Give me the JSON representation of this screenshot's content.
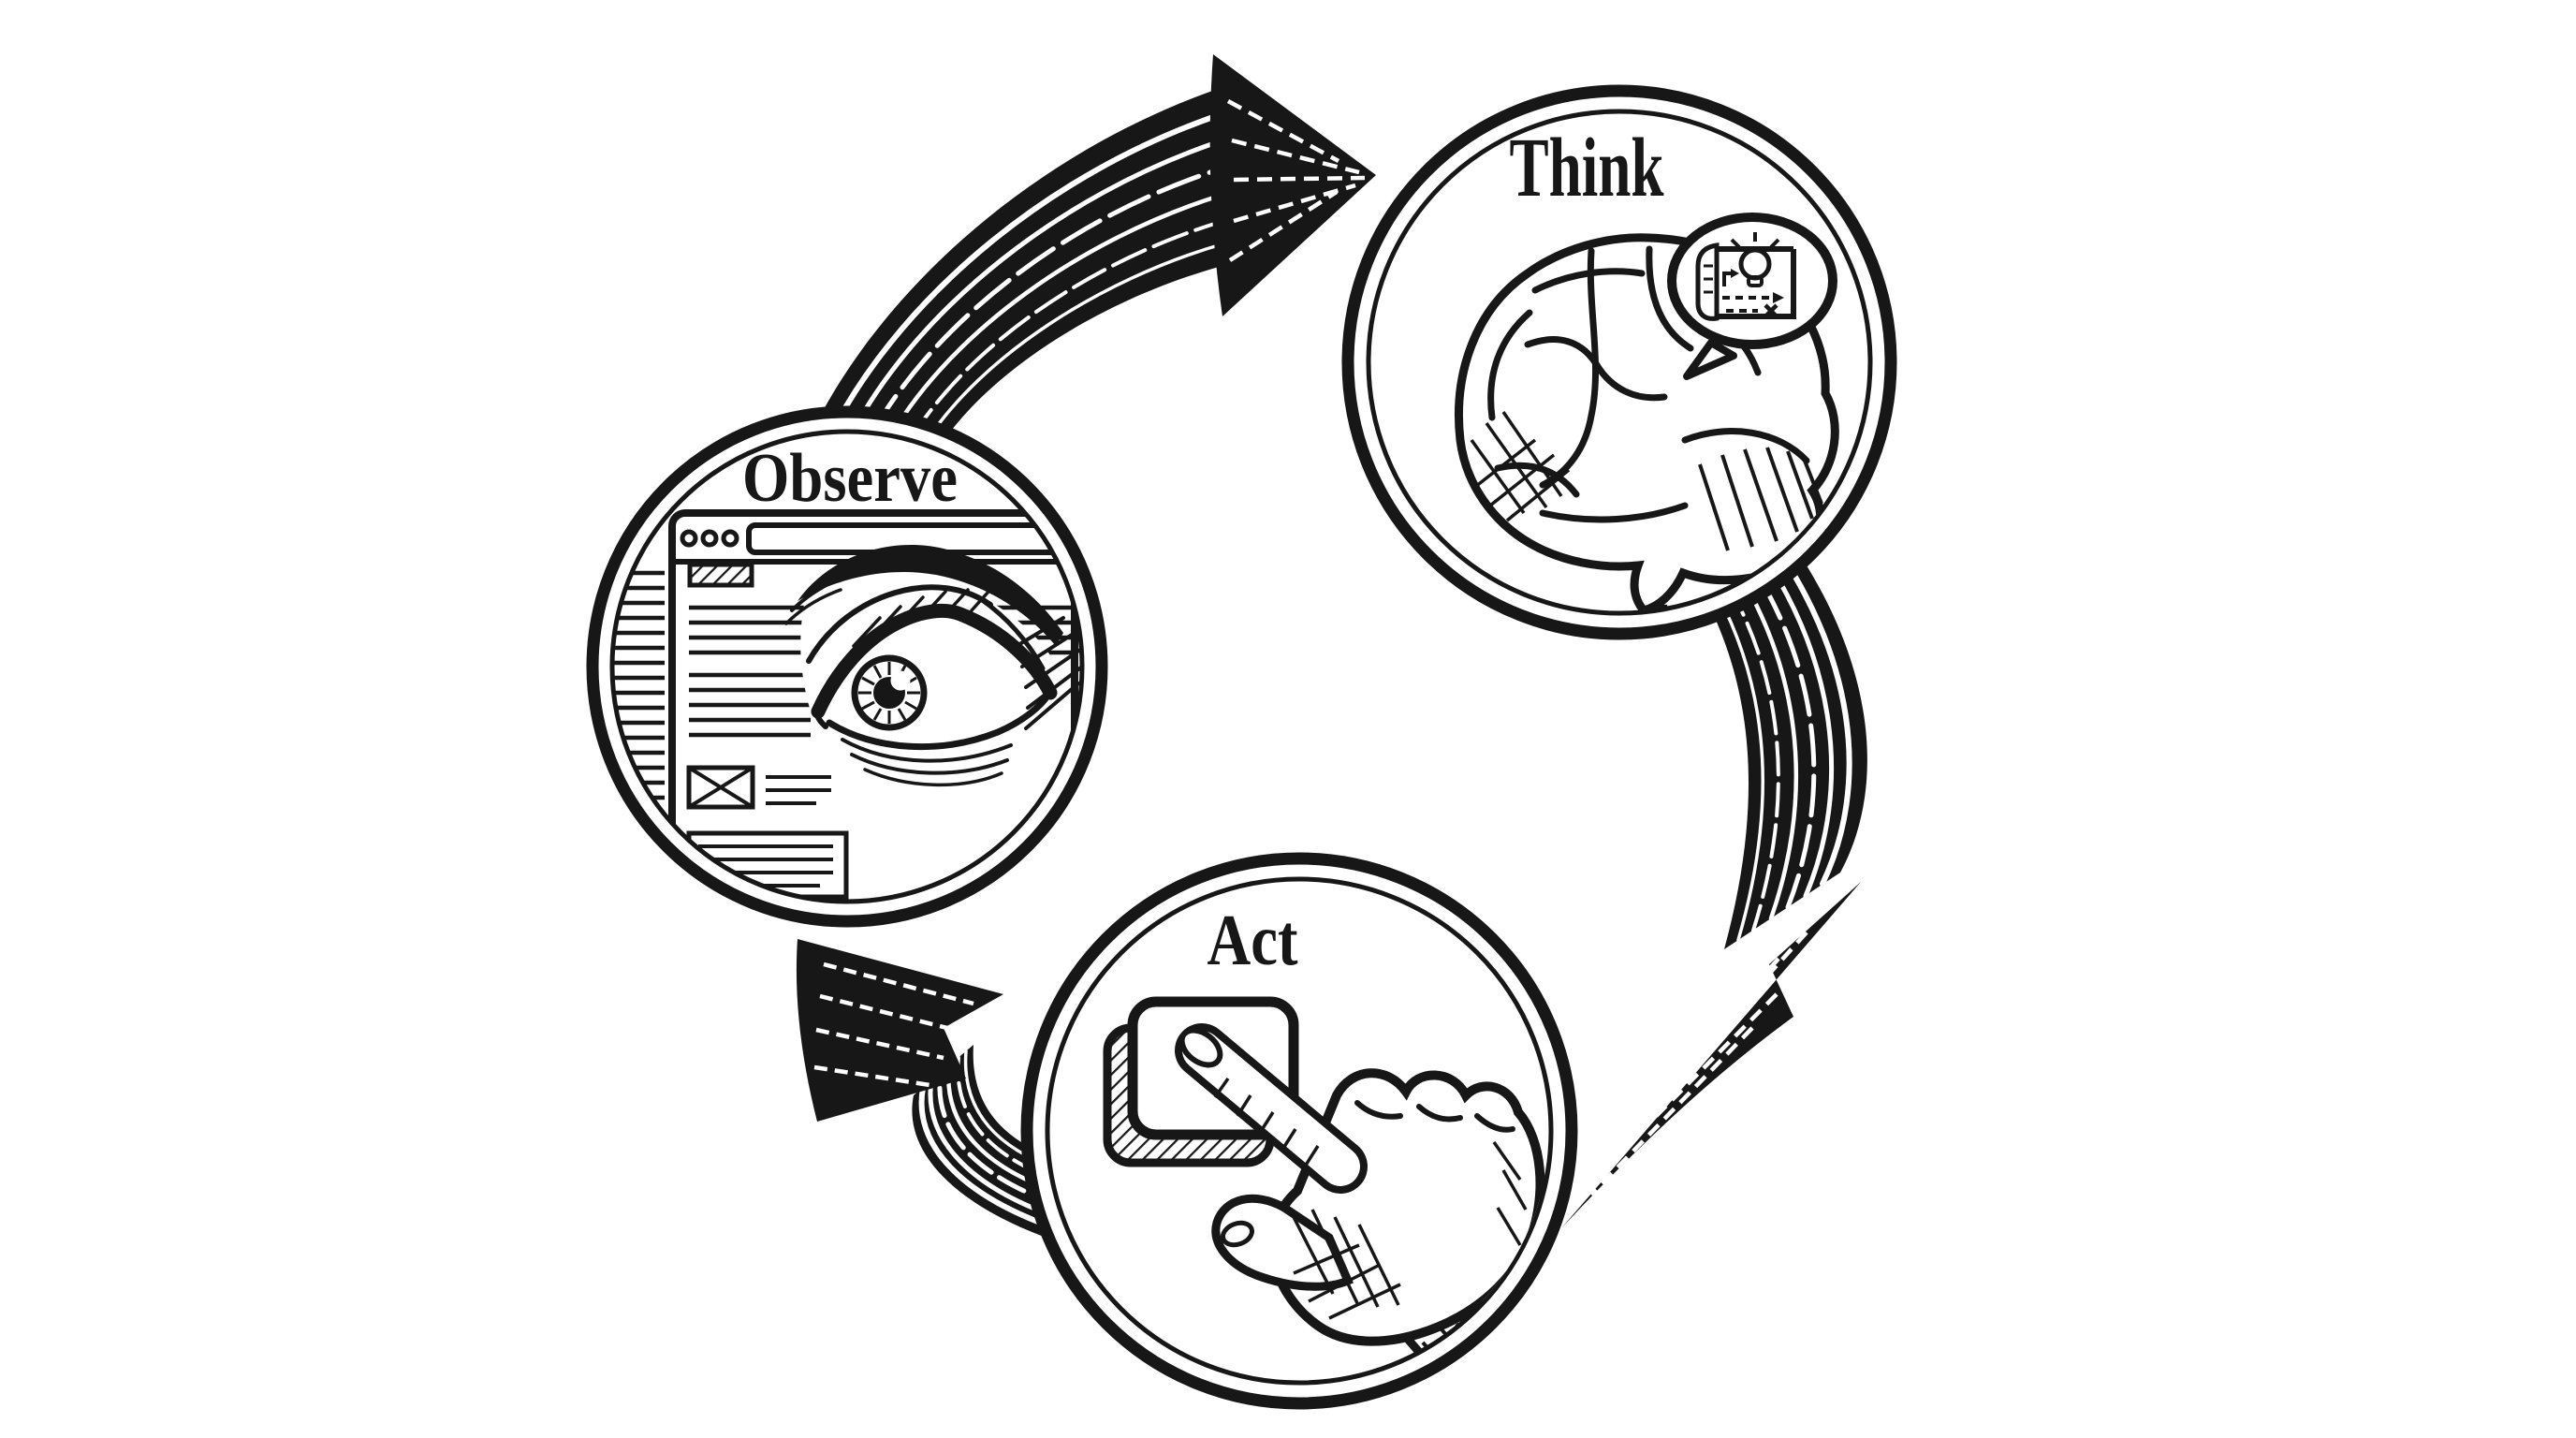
{
  "diagram": {
    "type": "cycle",
    "style": "woodcut-engraving",
    "background_color": "#ffffff",
    "ink_color": "#171717",
    "nodes": [
      {
        "id": "observe",
        "label": "Observe",
        "icon": "eye-over-browser-window-icon"
      },
      {
        "id": "think",
        "label": "Think",
        "icon": "brain-with-idea-plan-bubble-icon"
      },
      {
        "id": "act",
        "label": "Act",
        "icon": "hand-pressing-button-icon"
      }
    ],
    "arrows": [
      {
        "from": "observe",
        "to": "think"
      },
      {
        "from": "think",
        "to": "act"
      },
      {
        "from": "act",
        "to": "observe"
      }
    ]
  }
}
